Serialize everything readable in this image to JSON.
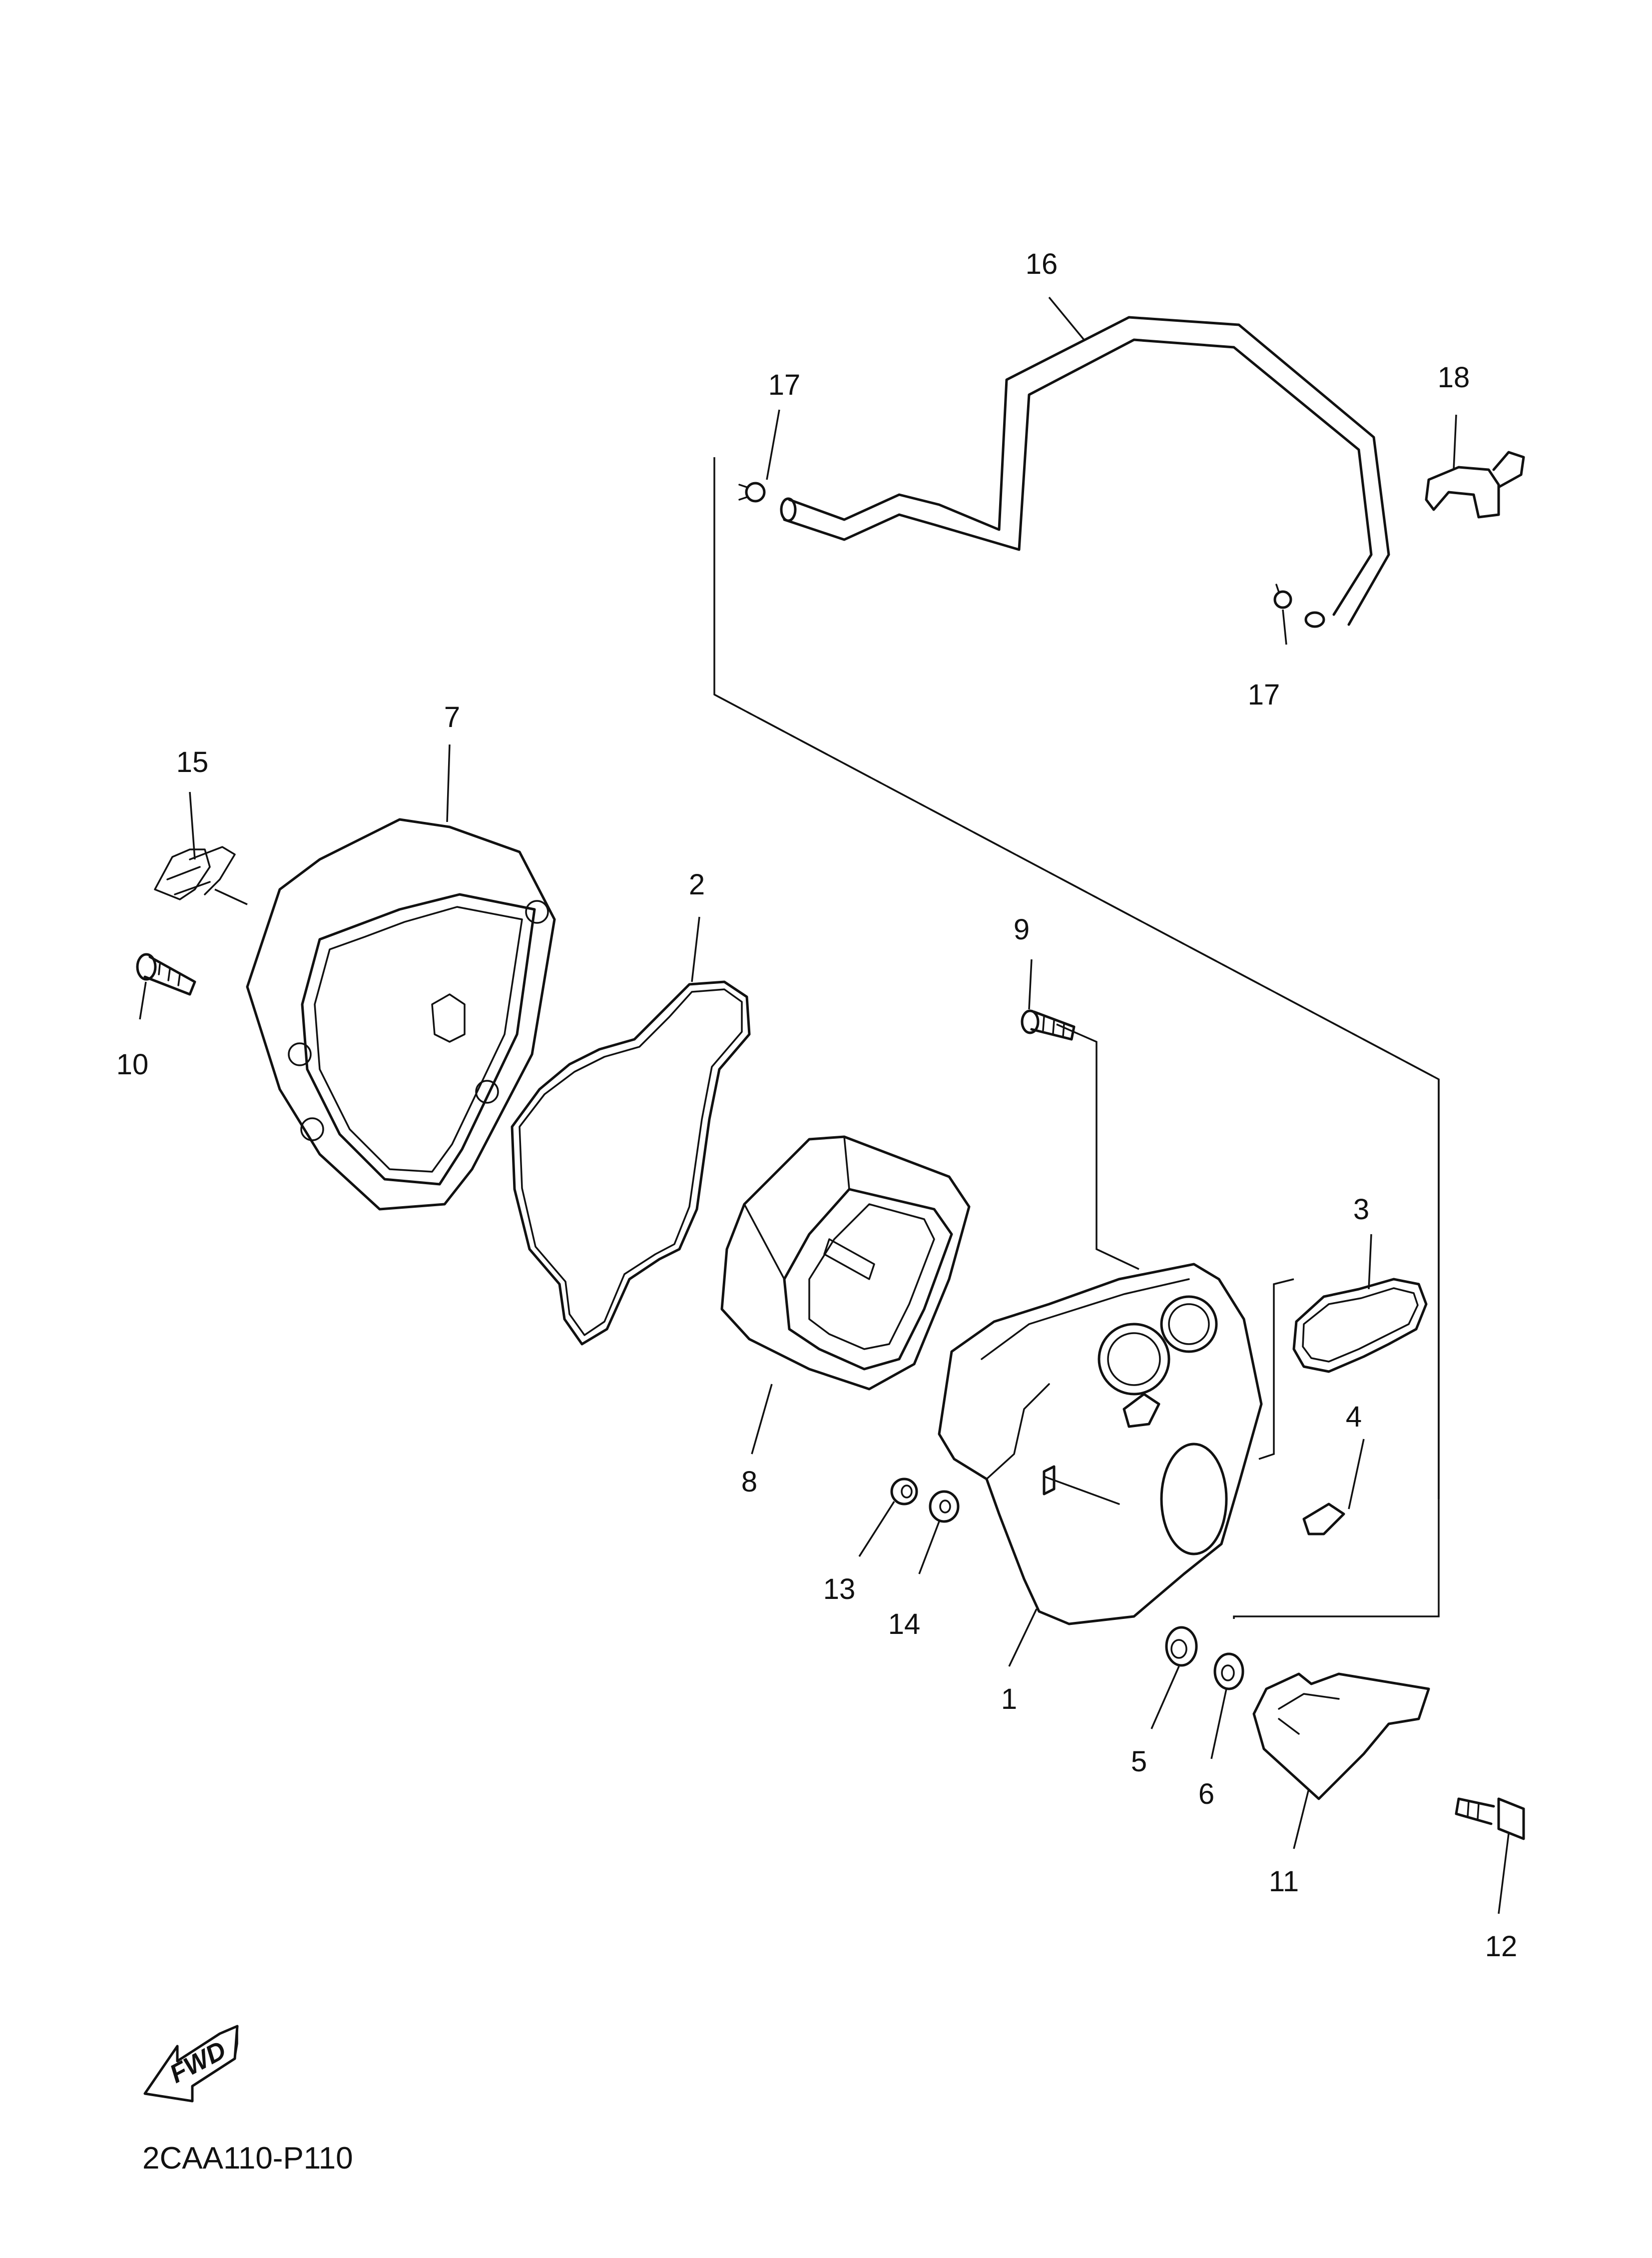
{
  "diagram_code": "2CAA110-P110",
  "fwd_label": "FWD",
  "callouts": [
    {
      "id": "1",
      "label": "1"
    },
    {
      "id": "2",
      "label": "2"
    },
    {
      "id": "3",
      "label": "3"
    },
    {
      "id": "4",
      "label": "4"
    },
    {
      "id": "5",
      "label": "5"
    },
    {
      "id": "6",
      "label": "6"
    },
    {
      "id": "7",
      "label": "7"
    },
    {
      "id": "8",
      "label": "8"
    },
    {
      "id": "9",
      "label": "9"
    },
    {
      "id": "10",
      "label": "10"
    },
    {
      "id": "11",
      "label": "11"
    },
    {
      "id": "12",
      "label": "12"
    },
    {
      "id": "13",
      "label": "13"
    },
    {
      "id": "14",
      "label": "14"
    },
    {
      "id": "15",
      "label": "15"
    },
    {
      "id": "16",
      "label": "16"
    },
    {
      "id": "17a",
      "label": "17"
    },
    {
      "id": "17b",
      "label": "17"
    },
    {
      "id": "18",
      "label": "18"
    }
  ]
}
